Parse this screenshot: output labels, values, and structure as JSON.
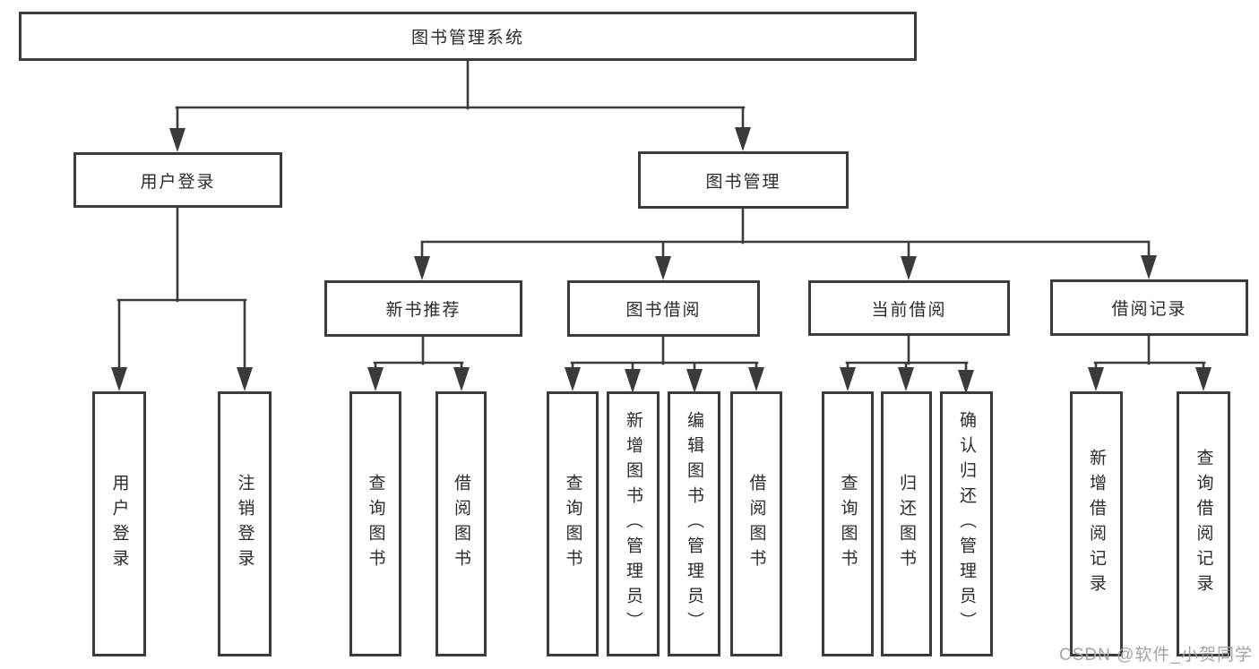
{
  "tree": {
    "label": "图书管理系统",
    "children": [
      {
        "label": "用户登录",
        "children": [
          {
            "label": "用户登录"
          },
          {
            "label": "注销登录"
          }
        ]
      },
      {
        "label": "图书管理",
        "children": [
          {
            "label": "新书推荐",
            "children": [
              {
                "label": "查询图书"
              },
              {
                "label": "借阅图书"
              }
            ]
          },
          {
            "label": "图书借阅",
            "children": [
              {
                "label": "查询图书"
              },
              {
                "label": "新增图书（管理员）"
              },
              {
                "label": "编辑图书（管理员）"
              },
              {
                "label": "借阅图书"
              }
            ]
          },
          {
            "label": "当前借阅",
            "children": [
              {
                "label": "查询图书"
              },
              {
                "label": "归还图书"
              },
              {
                "label": "确认归还（管理员）"
              }
            ]
          },
          {
            "label": "借阅记录",
            "children": [
              {
                "label": "新增借阅记录"
              },
              {
                "label": "查询借阅记录"
              }
            ]
          }
        ]
      }
    ]
  },
  "watermark": {
    "text": "CSDN @软件_小贺同学"
  },
  "colors": {
    "line": "#3b3b3b",
    "text": "#2b2b2b",
    "watermark": "#a3a3a3",
    "background": "#ffffff"
  }
}
